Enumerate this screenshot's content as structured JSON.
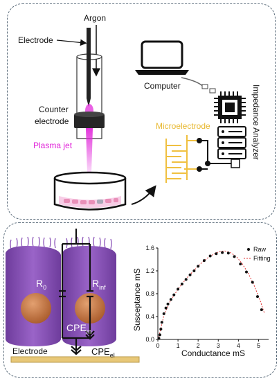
{
  "labels": {
    "argon": "Argon",
    "electrode_top": "Electrode",
    "counter_electrode_1": "Counter",
    "counter_electrode_2": "electrode",
    "plasma_jet": "Plasma jet",
    "computer": "Computer",
    "microelectrode": "Microelectrode",
    "impedance_analyzer": "Impedance Analyzer",
    "r0_main": "R",
    "r0_sub": "0",
    "rinf_main": "R",
    "rinf_sub": "inf",
    "cpem_main": "CPE",
    "cpem_sub": "m",
    "cpeel_main": "CPE",
    "cpeel_sub": "el",
    "electrode_bottom": "Electrode"
  },
  "colors": {
    "plasma": "#e020d8",
    "microelectrode": "#f0c040",
    "cell": "#8a52b8",
    "nucleus": "#c87a40",
    "electrode_plate": "#e8c878"
  },
  "chart_data": {
    "type": "scatter",
    "xlabel": "Conductance mS",
    "ylabel": "Susceptance mS",
    "xlim": [
      0,
      5.5
    ],
    "ylim": [
      0,
      1.6
    ],
    "xticks": [
      "0",
      "1",
      "2",
      "3",
      "4",
      "5"
    ],
    "yticks": [
      "0.0",
      "0.4",
      "0.8",
      "1.2",
      "1.6"
    ],
    "legend": [
      "Raw",
      "Fitting"
    ],
    "legend_position": "top-right",
    "series": [
      {
        "name": "Raw",
        "x": [
          0.05,
          0.1,
          0.15,
          0.2,
          0.3,
          0.4,
          0.5,
          0.65,
          0.8,
          1.0,
          1.2,
          1.4,
          1.6,
          1.8,
          2.0,
          2.3,
          2.6,
          2.9,
          3.2,
          3.5,
          3.8,
          4.1,
          4.4,
          4.7,
          4.95,
          5.15
        ],
        "y": [
          0.02,
          0.08,
          0.18,
          0.3,
          0.45,
          0.55,
          0.62,
          0.7,
          0.78,
          0.88,
          0.97,
          1.05,
          1.13,
          1.2,
          1.28,
          1.38,
          1.46,
          1.5,
          1.52,
          1.51,
          1.45,
          1.32,
          1.18,
          1.0,
          0.75,
          0.52
        ]
      },
      {
        "name": "Fitting",
        "x": [
          0.05,
          0.3,
          0.6,
          1.0,
          1.4,
          1.8,
          2.2,
          2.6,
          3.0,
          3.3,
          3.6,
          3.9,
          4.2,
          4.5,
          4.8,
          5.1,
          5.3
        ],
        "y": [
          0.05,
          0.42,
          0.66,
          0.88,
          1.06,
          1.21,
          1.35,
          1.46,
          1.53,
          1.55,
          1.52,
          1.45,
          1.32,
          1.15,
          0.93,
          0.66,
          0.45
        ]
      }
    ]
  }
}
